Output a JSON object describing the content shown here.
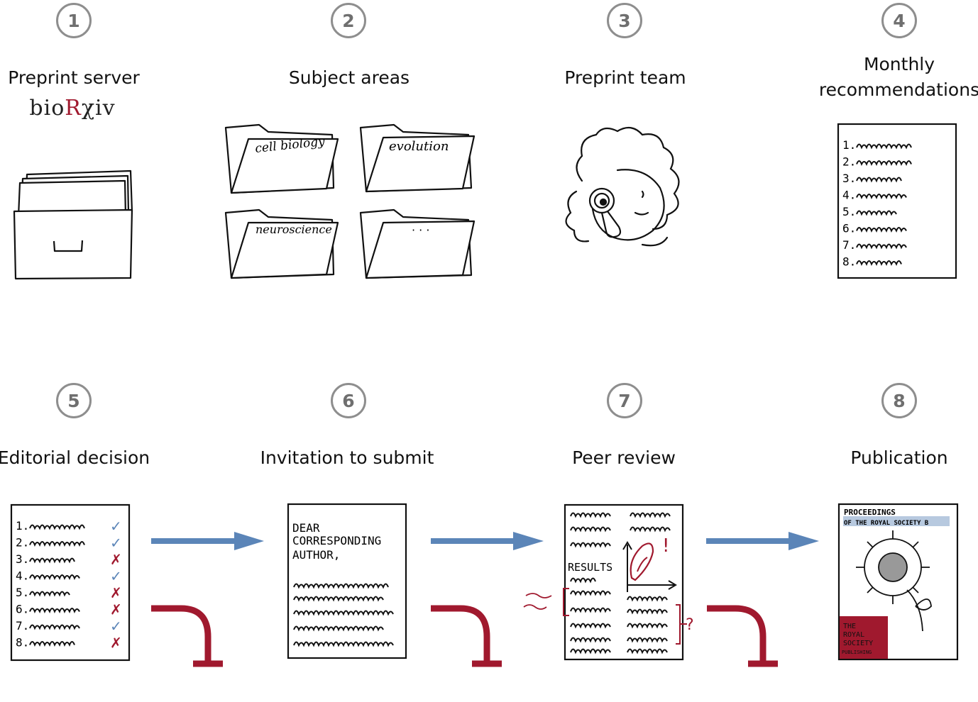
{
  "steps": [
    {
      "num": "1",
      "title": "Preprint server"
    },
    {
      "num": "2",
      "title": "Subject areas"
    },
    {
      "num": "3",
      "title": "Preprint team"
    },
    {
      "num": "4",
      "title_line1": "Monthly",
      "title_line2": "recommendations"
    },
    {
      "num": "5",
      "title": "Editorial decision"
    },
    {
      "num": "6",
      "title": "Invitation to submit"
    },
    {
      "num": "7",
      "title": "Peer review"
    },
    {
      "num": "8",
      "title": "Publication"
    }
  ],
  "brand": {
    "bio": "bio",
    "r": "R",
    "xiv": "χiv"
  },
  "folders": [
    "cell biology",
    "evolution",
    "neuroscience",
    "· · ·"
  ],
  "list_numbers": [
    "1.",
    "2.",
    "3.",
    "4.",
    "5.",
    "6.",
    "7.",
    "8."
  ],
  "decisions": [
    "✓",
    "✓",
    "✗",
    "✓",
    "✗",
    "✗",
    "✓",
    "✗"
  ],
  "letter": {
    "line1": "DEAR",
    "line2": "CORRESPONDING",
    "line3": "AUTHOR,"
  },
  "review": {
    "results": "RESULTS",
    "question": "?",
    "exclaim": "!"
  },
  "journal": {
    "header1": "PROCEEDINGS",
    "header2": "OF THE ROYAL SOCIETY B",
    "badge1": "THE",
    "badge2": "ROYAL",
    "badge3": "SOCIETY",
    "badge4": "PUBLISHING"
  },
  "colors": {
    "accept": "#5b85b8",
    "reject": "#a0192e",
    "badge_border": "#8e8e8e"
  }
}
